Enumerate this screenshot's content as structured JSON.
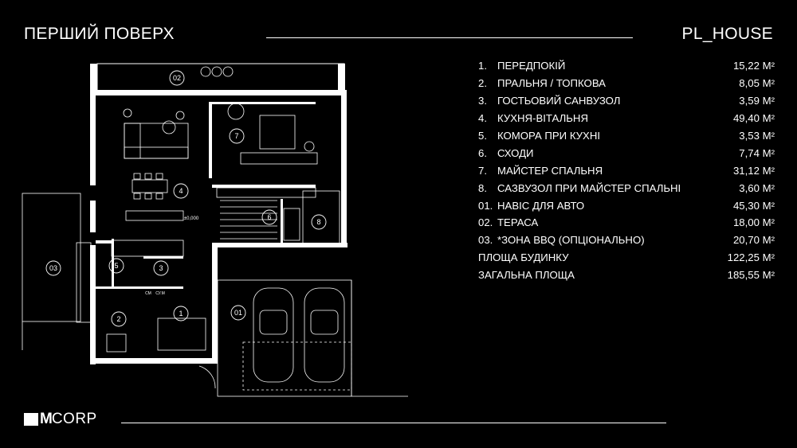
{
  "header": {
    "title": "ПЕРШИЙ ПОВЕРХ",
    "project": "PL_HOUSE"
  },
  "logo": {
    "mark": "M",
    "text": "CORP"
  },
  "rooms": [
    {
      "num": "1.",
      "name": "ПЕРЕДПОКІЙ",
      "area": "15,22 М²"
    },
    {
      "num": "2.",
      "name": "ПРАЛЬНЯ / ТОПКОВА",
      "area": "8,05 М²"
    },
    {
      "num": "3.",
      "name": "ГОСТЬОВИЙ САНВУЗОЛ",
      "area": "3,59 М²"
    },
    {
      "num": "4.",
      "name": "КУХНЯ-ВІТАЛЬНЯ",
      "area": "49,40 М²"
    },
    {
      "num": "5.",
      "name": "КОМОРА ПРИ КУХНІ",
      "area": "3,53 М²"
    },
    {
      "num": "6.",
      "name": "СХОДИ",
      "area": "7,74 М²"
    },
    {
      "num": "7.",
      "name": "МАЙСТЕР СПАЛЬНЯ",
      "area": "31,12 М²"
    },
    {
      "num": "8.",
      "name": "САЗВУЗОЛ ПРИ  МАЙСТЕР СПАЛЬНІ",
      "area": "3,60 М²"
    },
    {
      "num": "01.",
      "name": "НАВІС ДЛЯ АВТО",
      "area": "45,30 М²"
    },
    {
      "num": "02.",
      "name": "ТЕРАСА",
      "area": "18,00 М²"
    },
    {
      "num": "03.",
      "name": "*ЗОНА BBQ (ОПЦІОНАЛЬНО)",
      "area": "20,70 М²"
    }
  ],
  "totals": [
    {
      "label": "ПЛОЩА БУДИНКУ",
      "area": "122,25 М²"
    },
    {
      "label": "ЗАГАЛЬНА ПЛОЩА",
      "area": "185,55 М²"
    }
  ],
  "plan": {
    "room_labels": [
      "1",
      "2",
      "3",
      "4",
      "5",
      "6",
      "7",
      "8",
      "01",
      "02",
      "03"
    ],
    "level_mark": "±0,000",
    "utility_labels": [
      "СМ",
      "СУ.М"
    ]
  }
}
